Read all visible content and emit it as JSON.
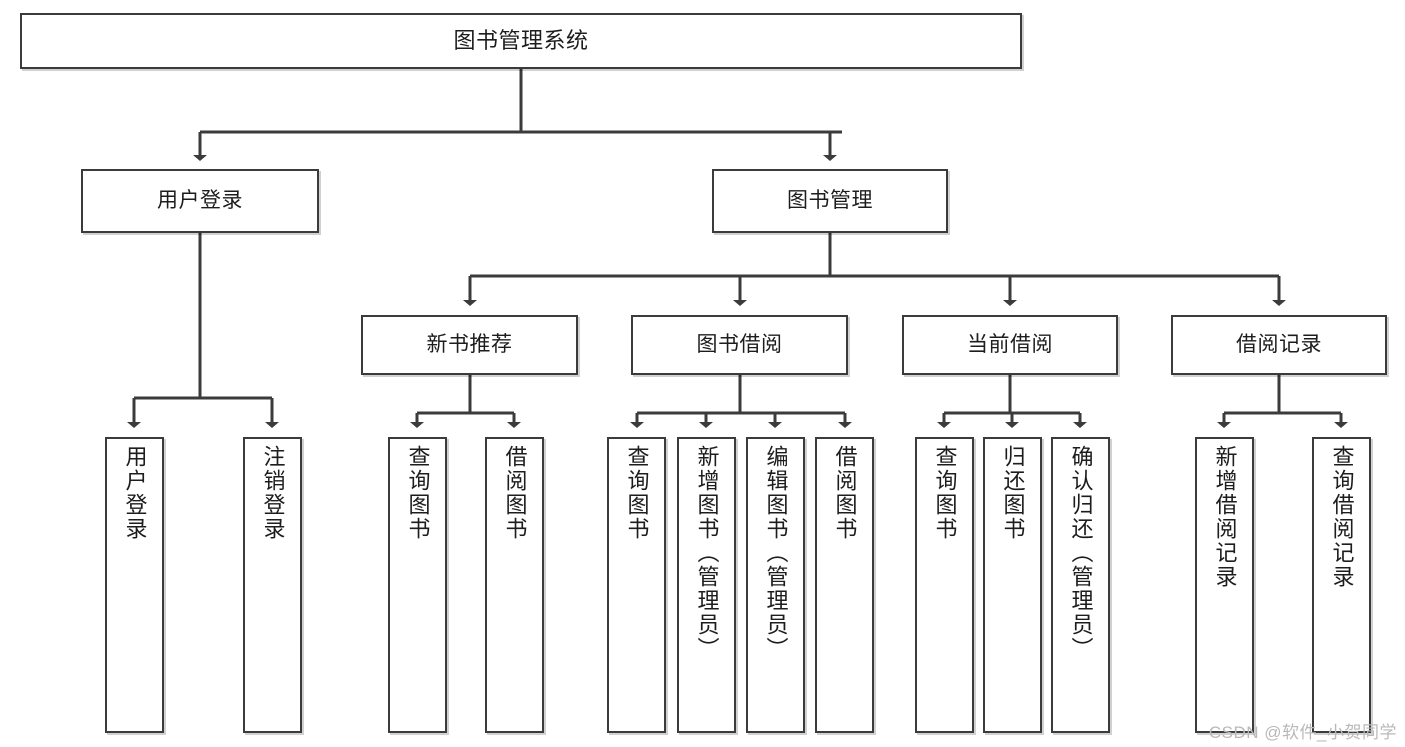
{
  "diagram": {
    "title": "图书管理系统",
    "type": "tree-hierarchy-diagram",
    "root": {
      "label": "图书管理系统"
    },
    "level2": [
      {
        "label": "用户登录"
      },
      {
        "label": "图书管理"
      }
    ],
    "level3": [
      {
        "label": "新书推荐"
      },
      {
        "label": "图书借阅"
      },
      {
        "label": "当前借阅"
      },
      {
        "label": "借阅记录"
      }
    ],
    "leaves_user_login": [
      {
        "label": "用户登录"
      },
      {
        "label": "注销登录"
      }
    ],
    "leaves_new_book": [
      {
        "label": "查询图书"
      },
      {
        "label": "借阅图书"
      }
    ],
    "leaves_borrow": [
      {
        "label": "查询图书"
      },
      {
        "label": "新增图书（管理员）"
      },
      {
        "label": "编辑图书（管理员）"
      },
      {
        "label": "借阅图书"
      }
    ],
    "leaves_current": [
      {
        "label": "查询图书"
      },
      {
        "label": "归还图书"
      },
      {
        "label": "确认归还（管理员）"
      }
    ],
    "leaves_record": [
      {
        "label": "新增借阅记录"
      },
      {
        "label": "查询借阅记录"
      }
    ]
  },
  "watermark": {
    "text": "CSDN @软件_小贺同学"
  },
  "colors": {
    "stroke": "#3b3b3b",
    "fill": "#ffffff",
    "text": "#1d1d1d",
    "watermark": "#b9b9b9"
  }
}
